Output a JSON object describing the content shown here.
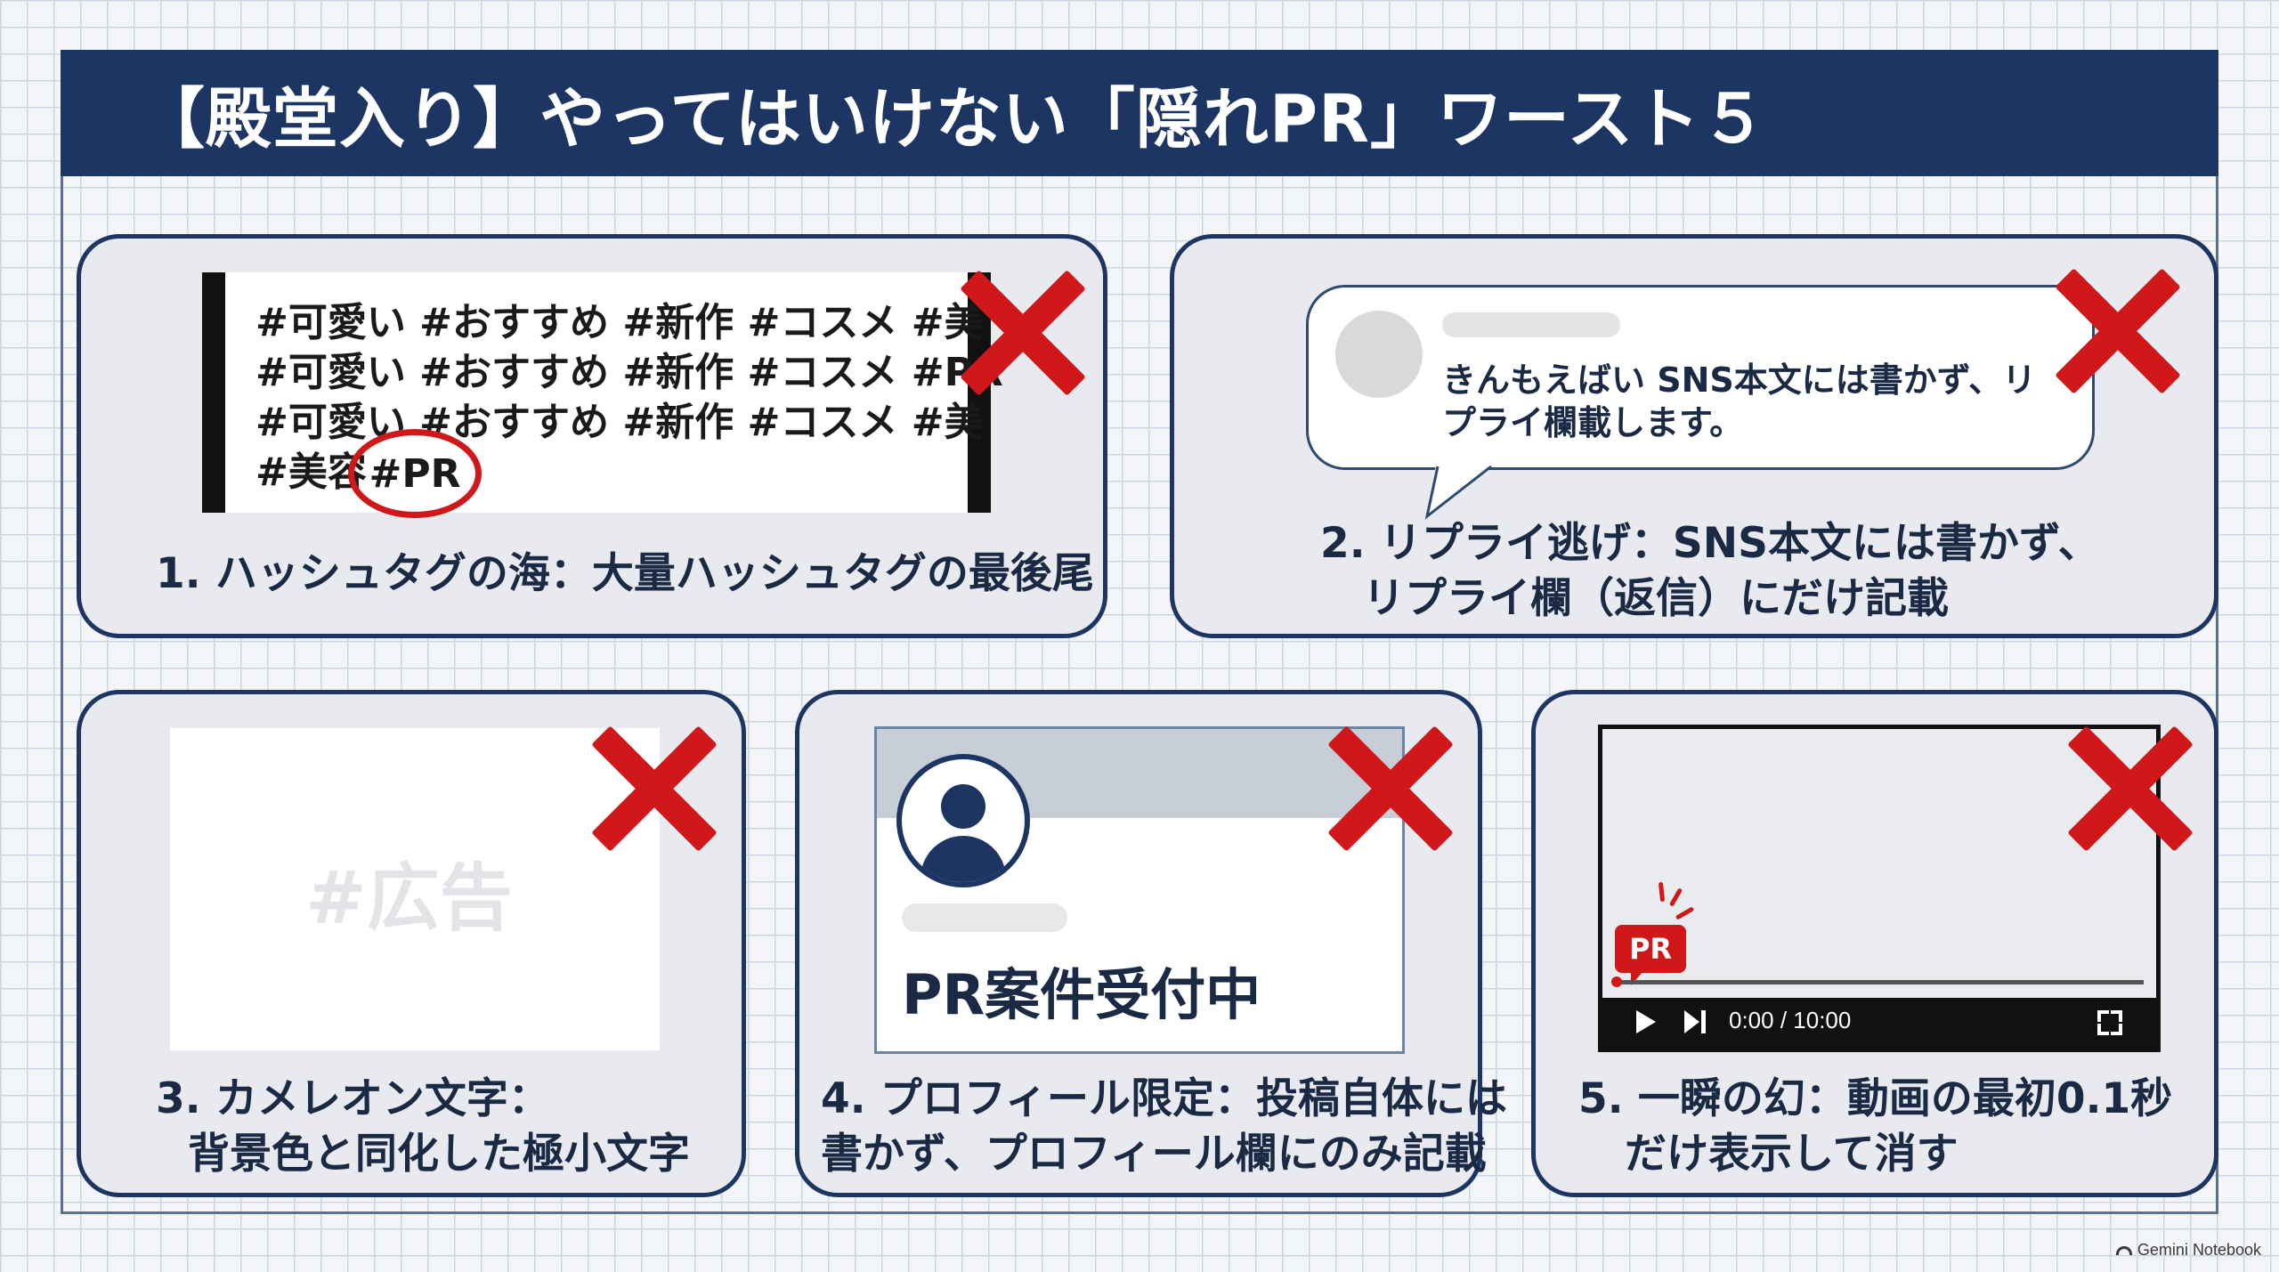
{
  "title": "【殿堂入り】やってはいけない「隠れPR」ワースト５",
  "cards": {
    "hashtag": {
      "lines": [
        "#可愛い #おすすめ #新作 #コスメ #美",
        "#可愛い #おすすめ #新作 #コスメ #PR",
        "#可愛い #おすすめ #新作 #コスメ #美",
        "#美容"
      ],
      "circled": "#PR",
      "caption": "1. ハッシュタグの海：大量ハッシュタグの最後尾"
    },
    "reply": {
      "bubble_lines": [
        "きんもえばい SNS本文には書かず、リ",
        "プライ欄載します。"
      ],
      "caption_lines": [
        "2. リプライ逃げ：SNS本文には書かず、",
        "リプライ欄（返信）にだけ記載"
      ]
    },
    "chameleon": {
      "faint_text": "#広告",
      "caption_lines": [
        "3. カメレオン文字：",
        "背景色と同化した極小文字"
      ]
    },
    "profile": {
      "profile_text": "PR案件受付中",
      "caption_lines": [
        "4. プロフィール限定：投稿自体には",
        "書かず、プロフィール欄にのみ記載"
      ]
    },
    "flash": {
      "badge": "PR",
      "time": "0:00 / 10:00",
      "caption_lines": [
        "5. 一瞬の幻：動画の最初0.1秒",
        "だけ表示して消す"
      ]
    }
  },
  "branding": "Gemini Notebook",
  "colors": {
    "navy": "#1c3563",
    "red": "#d0171a",
    "card_bg": "#e8eaf0"
  }
}
